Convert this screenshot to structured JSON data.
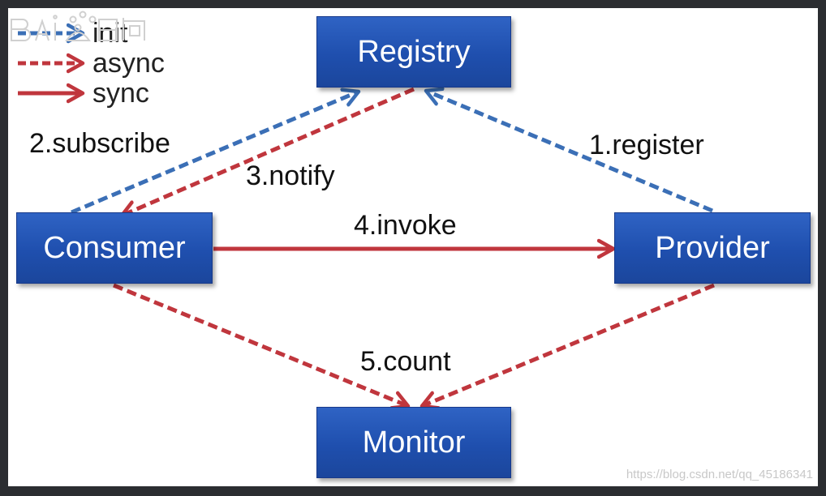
{
  "legend": {
    "init": "init",
    "async": "async",
    "sync": "sync"
  },
  "nodes": {
    "registry": "Registry",
    "consumer": "Consumer",
    "provider": "Provider",
    "monitor": "Monitor"
  },
  "edges": {
    "register": "1.register",
    "subscribe": "2.subscribe",
    "notify": "3.notify",
    "invoke": "4.invoke",
    "count": "5.count"
  },
  "colors": {
    "init": "#3b6fb6",
    "async": "#c0363d",
    "sync": "#c0363d",
    "node": "#1f4fae"
  },
  "watermark": {
    "url": "https://blog.csdn.net/qq_45186341"
  }
}
